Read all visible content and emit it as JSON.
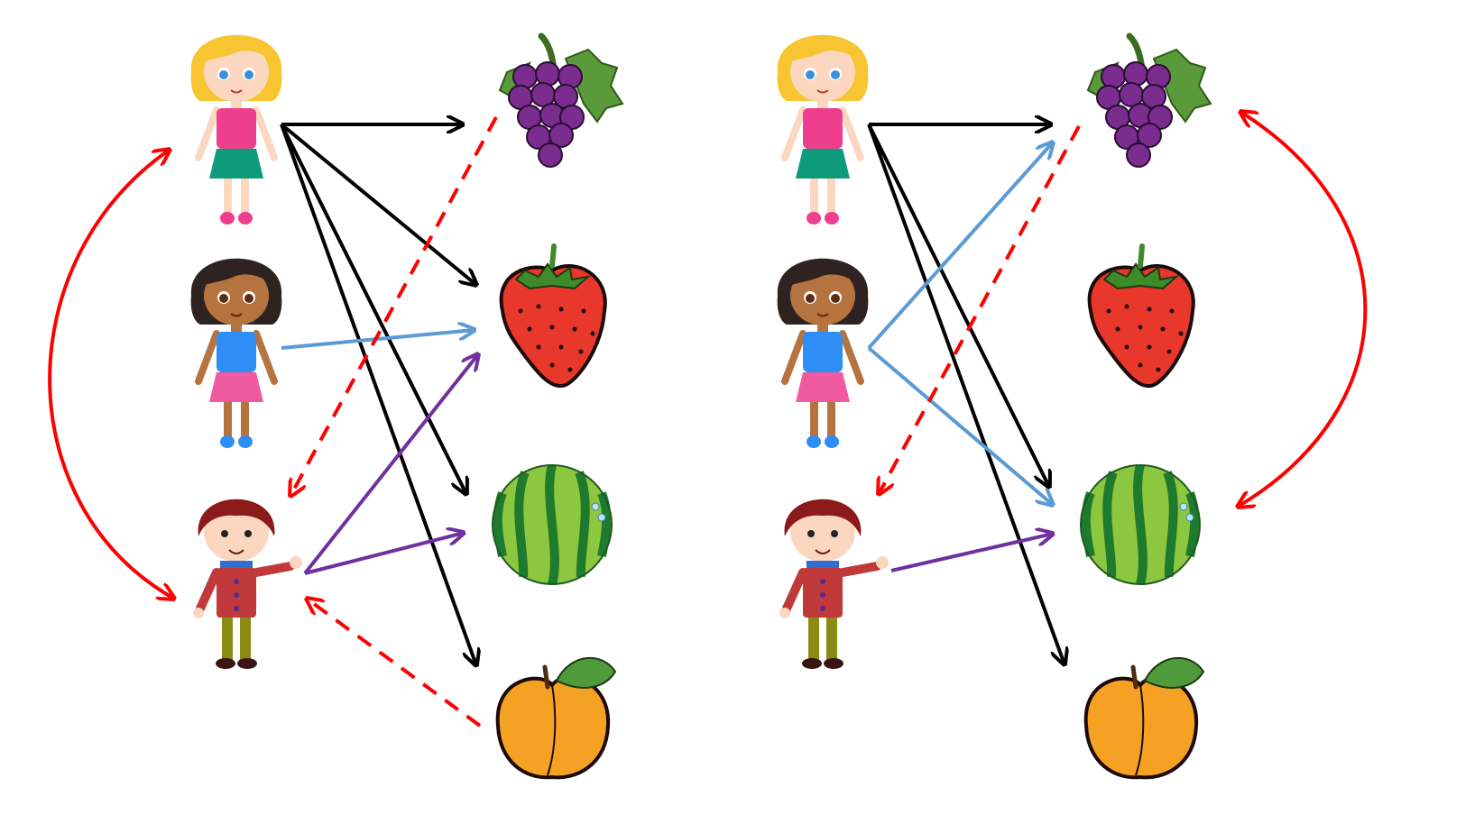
{
  "colors": {
    "preference_edge": "#000000",
    "user2_edge": "#5b9bd5",
    "user3_edge": "#7030a0",
    "recommendation_edge": "#ff0000",
    "similarity_link": "#ff0000"
  },
  "panels": [
    {
      "id": "user-based",
      "people": [
        "girl-blonde",
        "girl-dark-hair",
        "boy"
      ],
      "fruits": [
        "grapes",
        "strawberry",
        "watermelon",
        "peach"
      ],
      "edges": [
        {
          "from": "girl-blonde",
          "to": "grapes",
          "style": "solid",
          "color": "preference_edge"
        },
        {
          "from": "girl-blonde",
          "to": "strawberry",
          "style": "solid",
          "color": "preference_edge"
        },
        {
          "from": "girl-blonde",
          "to": "watermelon",
          "style": "solid",
          "color": "preference_edge"
        },
        {
          "from": "girl-blonde",
          "to": "peach",
          "style": "solid",
          "color": "preference_edge"
        },
        {
          "from": "girl-dark-hair",
          "to": "strawberry",
          "style": "solid",
          "color": "user2_edge"
        },
        {
          "from": "boy",
          "to": "strawberry",
          "style": "solid",
          "color": "user3_edge"
        },
        {
          "from": "boy",
          "to": "watermelon",
          "style": "solid",
          "color": "user3_edge"
        },
        {
          "from": "grapes",
          "to": "boy",
          "style": "dashed",
          "color": "recommendation_edge"
        },
        {
          "from": "peach",
          "to": "boy",
          "style": "dashed",
          "color": "recommendation_edge"
        }
      ],
      "similarity": {
        "between": [
          "girl-blonde",
          "boy"
        ],
        "color": "similarity_link"
      }
    },
    {
      "id": "item-based",
      "people": [
        "girl-blonde",
        "girl-dark-hair",
        "boy"
      ],
      "fruits": [
        "grapes",
        "strawberry",
        "watermelon",
        "peach"
      ],
      "edges": [
        {
          "from": "girl-blonde",
          "to": "grapes",
          "style": "solid",
          "color": "preference_edge"
        },
        {
          "from": "girl-blonde",
          "to": "watermelon",
          "style": "solid",
          "color": "preference_edge"
        },
        {
          "from": "girl-blonde",
          "to": "peach",
          "style": "solid",
          "color": "preference_edge"
        },
        {
          "from": "girl-dark-hair",
          "to": "grapes",
          "style": "solid",
          "color": "user2_edge"
        },
        {
          "from": "girl-dark-hair",
          "to": "watermelon",
          "style": "solid",
          "color": "user2_edge"
        },
        {
          "from": "boy",
          "to": "watermelon",
          "style": "solid",
          "color": "user3_edge"
        },
        {
          "from": "grapes",
          "to": "boy",
          "style": "dashed",
          "color": "recommendation_edge"
        }
      ],
      "similarity": {
        "between": [
          "grapes",
          "watermelon"
        ],
        "color": "similarity_link"
      }
    }
  ]
}
